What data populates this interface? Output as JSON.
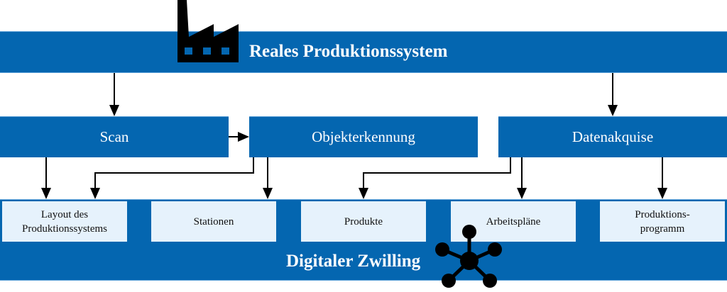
{
  "diagram": {
    "top_system": {
      "label": "Reales Produktionssystem",
      "icon": "factory-icon"
    },
    "processes": [
      {
        "id": "scan",
        "label": "Scan"
      },
      {
        "id": "objekterkennung",
        "label": "Objekterkennung"
      },
      {
        "id": "datenakquise",
        "label": "Datenakquise"
      }
    ],
    "bottom_system": {
      "label": "Digitaler Zwilling",
      "icon": "network-icon"
    },
    "items": [
      {
        "id": "layout",
        "label": "Layout des\nProduktionssystems"
      },
      {
        "id": "stationen",
        "label": "Stationen"
      },
      {
        "id": "produkte",
        "label": "Produkte"
      },
      {
        "id": "arbeitsplaene",
        "label": "Arbeitspläne"
      },
      {
        "id": "produktionsprogramm",
        "label": "Produktions-\nprogramm"
      }
    ],
    "connections": [
      {
        "from": "Reales Produktionssystem",
        "to": "Scan"
      },
      {
        "from": "Reales Produktionssystem",
        "to": "Datenakquise"
      },
      {
        "from": "Scan",
        "to": "Objekterkennung"
      },
      {
        "from": "Scan",
        "to": "Layout des Produktionssystems"
      },
      {
        "from": "Objekterkennung",
        "to": "Layout des Produktionssystems"
      },
      {
        "from": "Objekterkennung",
        "to": "Stationen"
      },
      {
        "from": "Datenakquise",
        "to": "Produkte"
      },
      {
        "from": "Datenakquise",
        "to": "Arbeitspläne"
      },
      {
        "from": "Datenakquise",
        "to": "Produktionsprogramm"
      }
    ],
    "colors": {
      "primary_blue": "#0466b0",
      "light_box": "#e6f2fc",
      "arrow": "#000000",
      "banner_text": "#ffffff"
    }
  }
}
